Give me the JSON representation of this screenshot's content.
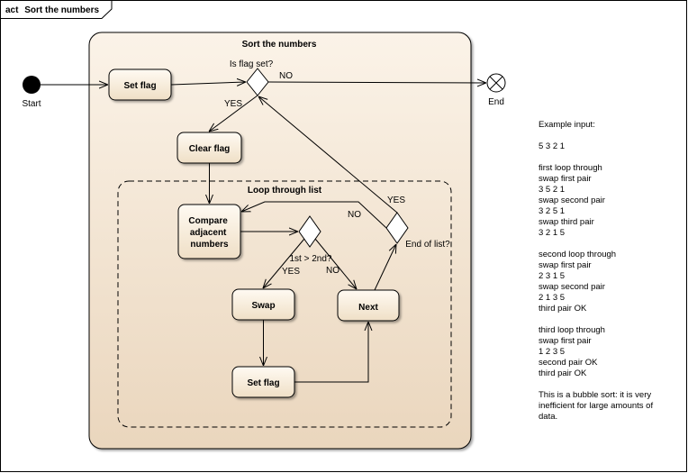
{
  "frame": {
    "kind": "act",
    "title": "Sort the numbers"
  },
  "region": {
    "title": "Sort the numbers"
  },
  "loop": {
    "title": "Loop through list"
  },
  "nodes": {
    "start": "Start",
    "end": "End",
    "set_flag_1": "Set flag",
    "clear_flag": "Clear flag",
    "compare": [
      "Compare",
      "adjacent",
      "numbers"
    ],
    "swap": "Swap",
    "next": "Next",
    "set_flag_2": "Set flag"
  },
  "decisions": {
    "flag_set": "Is flag set?",
    "greater": "1st > 2nd?",
    "end_of_list": "End of list?"
  },
  "guards": {
    "flag_no": "NO",
    "flag_yes": "YES",
    "greater_yes": "YES",
    "greater_no": "NO",
    "end_yes": "YES",
    "end_no": "NO"
  },
  "note": [
    "Example input:",
    "",
    "5 3 2 1",
    "",
    "first loop through",
    "swap first pair",
    "3 5 2 1",
    "swap second pair",
    "3 2 5 1",
    "swap third pair",
    "3 2 1 5",
    "",
    "second loop through",
    "swap first pair",
    "2 3 1 5",
    "swap second pair",
    "2 1 3 5",
    "third pair OK",
    "",
    "third loop through",
    "swap first pair",
    "1 2 3 5",
    "second pair OK",
    "third pair OK",
    "",
    "This is a bubble sort: it is very",
    "inefficient for large amounts of",
    "data."
  ],
  "colors": {
    "region_fill_top": "#fbf3e8",
    "region_fill_bottom": "#ead6bd",
    "action_fill_top": "#fffaf2",
    "action_fill_bottom": "#f0e0c8"
  }
}
